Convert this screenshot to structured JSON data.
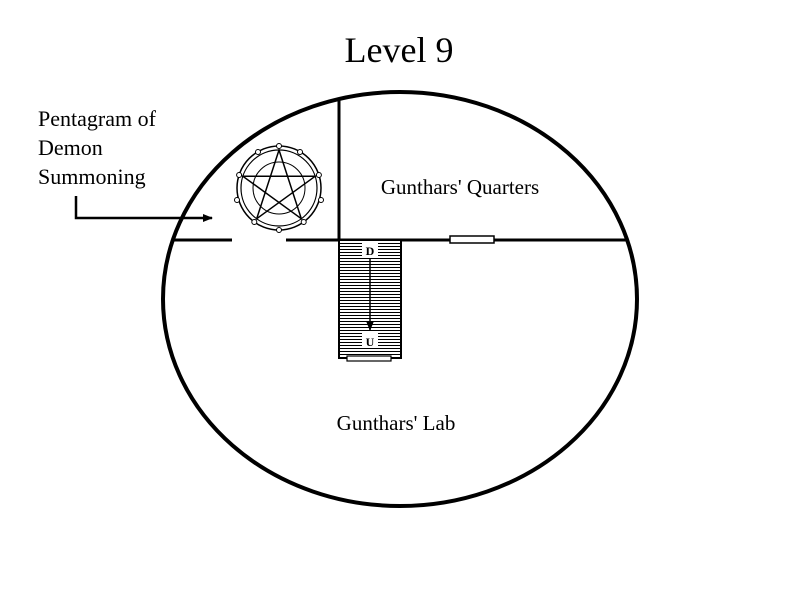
{
  "map": {
    "title": "Level 9",
    "rooms": {
      "quarters": "Gunthars' Quarters",
      "lab": "Gunthars' Lab"
    },
    "callout": {
      "lines": [
        "Pentagram of",
        "Demon",
        "Summoning"
      ]
    },
    "stairs": {
      "top_label": "D",
      "bottom_label": "U"
    }
  }
}
